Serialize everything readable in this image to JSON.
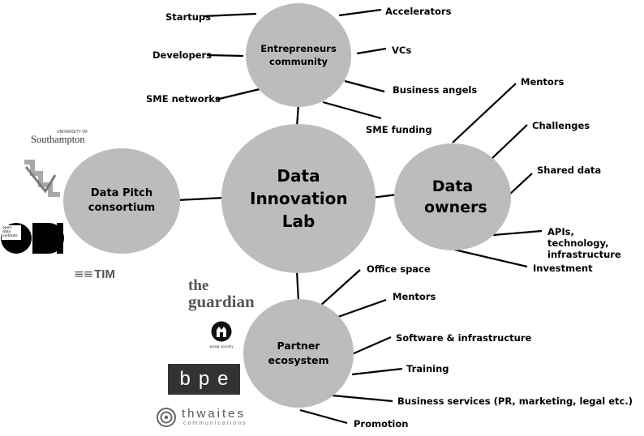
{
  "nodes": {
    "center": "Data Innovation Lab",
    "entrepreneurs": "Entrepreneurs community",
    "consortium": "Data Pitch consortium",
    "owners": "Data owners",
    "partners": "Partner ecosystem"
  },
  "leaves": {
    "startups": "Startups",
    "developers": "Developers",
    "sme_networks": "SME networks",
    "accelerators": "Accelerators",
    "vcs": "VCs",
    "business_angels": "Business angels",
    "sme_funding": "SME funding",
    "mentors_owner": "Mentors",
    "challenges": "Challenges",
    "shared_data": "Shared data",
    "apis": "APIs, technology, infrastructure",
    "investment": "Investment",
    "office_space": "Office space",
    "mentors_partner": "Mentors",
    "software": "Software & infrastructure",
    "training": "Training",
    "business_services": "Business services (PR, marketing, legal etc.)",
    "promotion": "Promotion"
  },
  "logos": {
    "southampton_small": "UNIVERSITY OF",
    "southampton": "Southampton",
    "odi_small": "open data institute",
    "odi": "ODI",
    "tim": "TIM",
    "guardian_the": "the",
    "guardian": "guardian",
    "waag": "waag society",
    "bpe": "bpe",
    "thwaites": "thwaites",
    "thwaites_sub": "communications"
  },
  "colors": {
    "node_fill": "#bdbbbb",
    "line": "#000000"
  }
}
